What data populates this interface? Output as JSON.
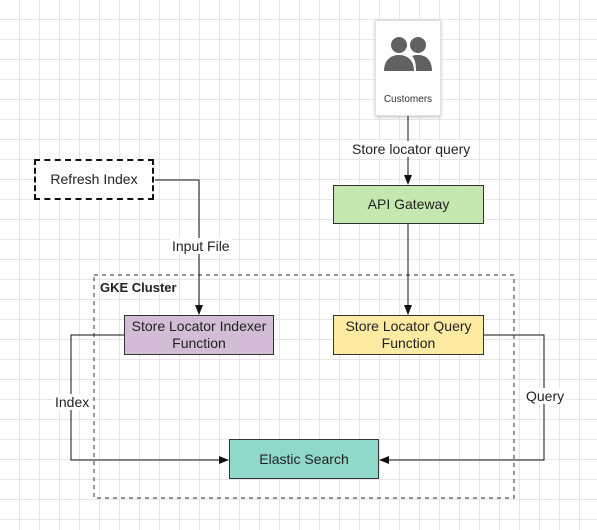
{
  "nodes": {
    "customers": {
      "label": "Customers",
      "icon": "people-icon"
    },
    "refresh_index": {
      "label": "Refresh Index"
    },
    "api_gateway": {
      "label": "API Gateway",
      "color": "#c5e8b0"
    },
    "indexer_function": {
      "label": "Store Locator Indexer Function",
      "color": "#d2bcd6"
    },
    "query_function": {
      "label": "Store Locator Query Function",
      "color": "#fdeaa3"
    },
    "elastic_search": {
      "label": "Elastic Search",
      "color": "#90d9c8"
    }
  },
  "cluster": {
    "label": "GKE Cluster"
  },
  "edges": [
    {
      "from": "customers",
      "to": "api_gateway",
      "label": "Store locator query"
    },
    {
      "from": "refresh_index",
      "to": "indexer_function",
      "label": "Input File"
    },
    {
      "from": "api_gateway",
      "to": "query_function",
      "label": ""
    },
    {
      "from": "indexer_function",
      "to": "elastic_search",
      "label": "Index"
    },
    {
      "from": "query_function",
      "to": "elastic_search",
      "label": "Query"
    }
  ]
}
